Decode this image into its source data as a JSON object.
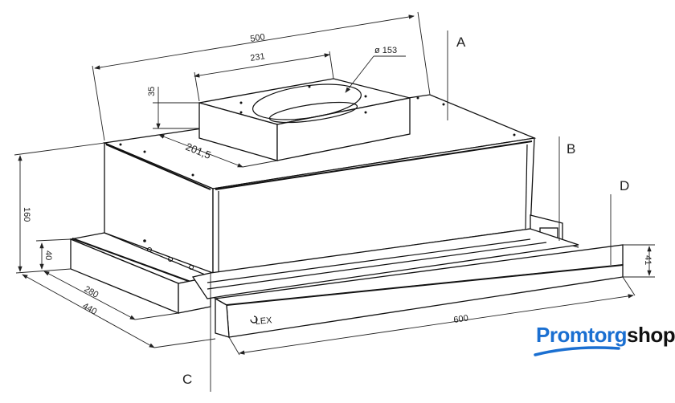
{
  "dimensions": {
    "width_total": "500",
    "duct_width": "231",
    "duct_diameter": "ø 153",
    "duct_height": "35",
    "duct_offset": "201,5",
    "height_total": "160",
    "panel_height": "40",
    "depth_short": "280",
    "depth_long": "440",
    "front_panel_width": "600",
    "front_panel_height": "41"
  },
  "callouts": {
    "a": "A",
    "b": "B",
    "c": "C",
    "d": "D"
  },
  "product_logo": "LEX",
  "brand": {
    "primary": "Promtorg",
    "secondary": "shop",
    "color": "#1a6fd1"
  }
}
